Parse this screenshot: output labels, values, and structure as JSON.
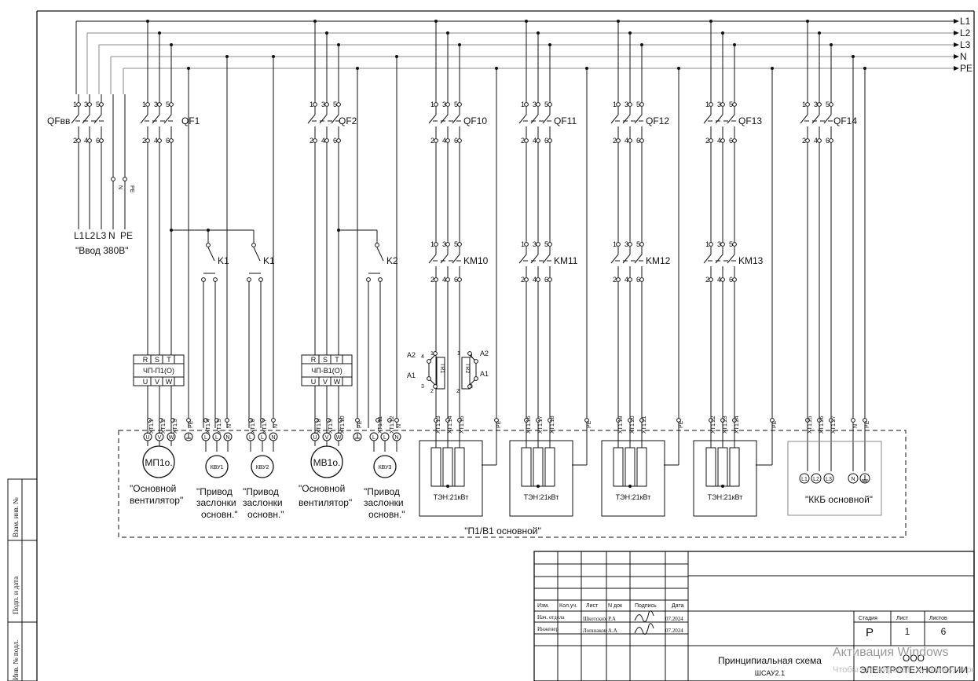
{
  "buses": [
    "L1",
    "L2",
    "L3",
    "N",
    "PE"
  ],
  "input": {
    "breaker": "QFвв",
    "terminals": [
      "L1",
      "L2",
      "L3",
      "N",
      "PE"
    ],
    "label": "\"Ввод 380В\"",
    "n_pe_tags": [
      "N",
      "PE"
    ]
  },
  "breakers": [
    "QF1",
    "QF2",
    "QF10",
    "QF11",
    "QF12",
    "QF13",
    "QF14"
  ],
  "pole_numbers": {
    "top": [
      "1",
      "3",
      "5"
    ],
    "bottom": [
      "2",
      "4",
      "6"
    ]
  },
  "contactors": [
    "KM10",
    "KM11",
    "KM12",
    "KM13"
  ],
  "relays": {
    "k1": "K1",
    "k2": "K2"
  },
  "drives": [
    {
      "name": "ЧП-П1(О)",
      "inputs": [
        "R",
        "S",
        "T"
      ],
      "outputs": [
        "U",
        "V",
        "W"
      ]
    },
    {
      "name": "ЧП-В1(О)",
      "inputs": [
        "R",
        "S",
        "T"
      ],
      "outputs": [
        "U",
        "V",
        "W"
      ]
    }
  ],
  "thermostats": {
    "a1": "A1",
    "a2": "A2",
    "pins": [
      "1",
      "2",
      "3",
      "4"
    ],
    "tr1": "TR1",
    "tr2": "TR2"
  },
  "terminals": {
    "pe": "PE",
    "n": "N",
    "xt": [
      "XT1.1",
      "XT1.2",
      "XT1.3",
      "XT1.4",
      "XT1.5",
      "XT1.6",
      "XT1.7",
      "XT1.8",
      "XT1.9",
      "XT1.10",
      "XT1.11",
      "XT1.12",
      "XT1.13",
      "XT1.14",
      "XT1.15",
      "XT1.16",
      "XT1.17",
      "XT1.18",
      "XT1.19",
      "XT1.20",
      "XT1.21",
      "XT1.22",
      "XT1.23",
      "XT1.24",
      "XT1.25",
      "XT1.26",
      "XT1.27"
    ]
  },
  "motor_pins": [
    "U",
    "V",
    "W"
  ],
  "actuator_pins": [
    "L",
    "L",
    "N"
  ],
  "devices": {
    "motor1": "МП1о.",
    "motor2": "МВ1о.",
    "kvu1": "КВУ1",
    "kvu2": "КВУ2",
    "kvu3": "КВУ3",
    "heater": "ТЭН:21кВт",
    "kkb_pins": [
      "L1",
      "L2",
      "L3",
      "N"
    ]
  },
  "captions": {
    "fan": [
      "\"Основной",
      "вентилятор\""
    ],
    "damper": [
      "\"Привод",
      "заслонки",
      "основн.\""
    ],
    "kkb": "\"ККБ основной\"",
    "zone": "\"П1/В1 основной\""
  },
  "side_stamp": [
    "Взам. инв. №",
    "Подп. и дата",
    "Инв. № подл."
  ],
  "title_block": {
    "headers": [
      "Изм.",
      "Кол.уч.",
      "Лист",
      "N док",
      "Подпись",
      "Дата"
    ],
    "rows": [
      {
        "role": "Нач. отдела",
        "name": "Шкотских Р.А",
        "date": "07.2024"
      },
      {
        "role": "Инженер",
        "name": "Лопшаков А.А",
        "date": "07.2024"
      }
    ],
    "stage_headers": [
      "Стадия",
      "Лист",
      "Листов"
    ],
    "stage_values": [
      "Р",
      "1",
      "6"
    ],
    "doc_title": [
      "Принципиальная схема",
      "ШСАУ2.1"
    ],
    "company": [
      "ООО",
      "ЭЛЕКТРОТЕХНОЛОГИИ"
    ]
  },
  "os_overlay": {
    "title": "Активация Windows",
    "subtitle": "Чтобы активировать Windows, перейдите в раздел"
  }
}
